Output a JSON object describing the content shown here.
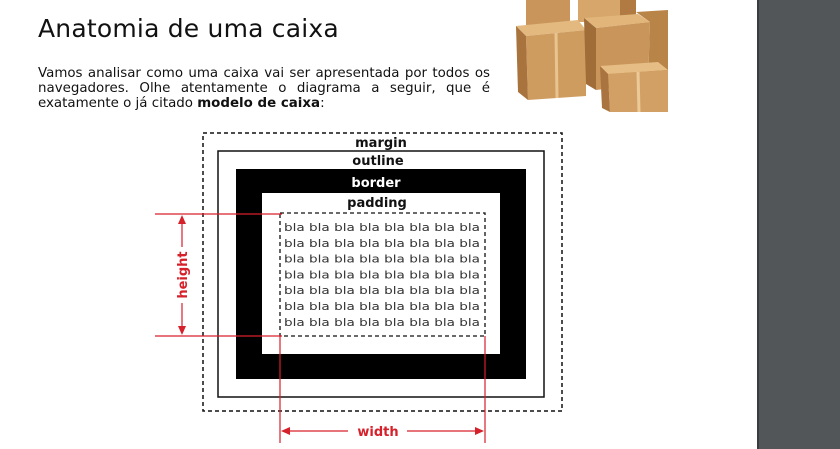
{
  "document": {
    "title": "Anatomia de uma caixa",
    "paragraph_before": "Vamos analisar como uma caixa vai ser apresentada por todos os navegadores. Olhe atentamente o diagrama a seguir, que é exatamente o já citado ",
    "paragraph_bold": "modelo de caixa",
    "paragraph_after": ":"
  },
  "diagram": {
    "margin_label": "margin",
    "outline_label": "outline",
    "border_label": "border",
    "padding_label": "padding",
    "height_label": "height",
    "width_label": "width",
    "content_line": "bla bla bla bla bla bla bla bla",
    "content_line_count": 7
  },
  "colors": {
    "dimension_red": "#d6202a",
    "border_black": "#000000",
    "viewer_sidebar": "#525659"
  }
}
